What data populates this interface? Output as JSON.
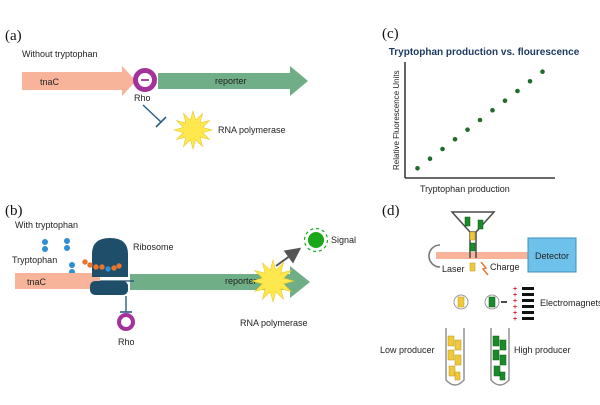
{
  "panels": {
    "a": {
      "letter": "(a)",
      "condition": "Without tryptophan",
      "gene": "tnaC",
      "rho": "Rho",
      "reporter": "reporter",
      "polymerase": "RNA polymerase"
    },
    "b": {
      "letter": "(b)",
      "condition": "With tryptophan",
      "tryptophan": "Tryptophan",
      "ribosome": "Ribosome",
      "gene": "tnaC",
      "reporter": "reporter",
      "polymerase": "RNA polymerase",
      "rho": "Rho",
      "signal": "Signal"
    },
    "c": {
      "letter": "(c)"
    },
    "d": {
      "letter": "(d)",
      "laser": "Laser",
      "charge": "Charge",
      "detector": "Detector",
      "electromagnets": "Electromagnets",
      "low_producer": "Low producer",
      "high_producer": "High producer"
    }
  },
  "colors": {
    "gene": "#f7b49a",
    "reporter": "#6fae86",
    "rho": "#a3339a",
    "ribosome": "#1f4e6b",
    "polymerase": "#ffe84d",
    "signal": "#1aa81a",
    "tryptophan": "#2d8fd5",
    "aminoacid": "#e8742e",
    "detector": "#6ec1ea",
    "high": "#1a8a2a",
    "low": "#f0c93a"
  },
  "chart_data": {
    "type": "scatter",
    "title": "Tryptophan production vs. flourescence",
    "xlabel": "Tryptophan production",
    "ylabel": "Relative Fluorescence Units",
    "points": [
      [
        1,
        1
      ],
      [
        2,
        2
      ],
      [
        3,
        3
      ],
      [
        4,
        4
      ],
      [
        5,
        5
      ],
      [
        6,
        6
      ],
      [
        7,
        7
      ],
      [
        8,
        8
      ],
      [
        9,
        9
      ],
      [
        10,
        10
      ],
      [
        11,
        11
      ]
    ],
    "xlim": [
      0,
      12
    ],
    "ylim": [
      0,
      12
    ],
    "grid": false
  }
}
